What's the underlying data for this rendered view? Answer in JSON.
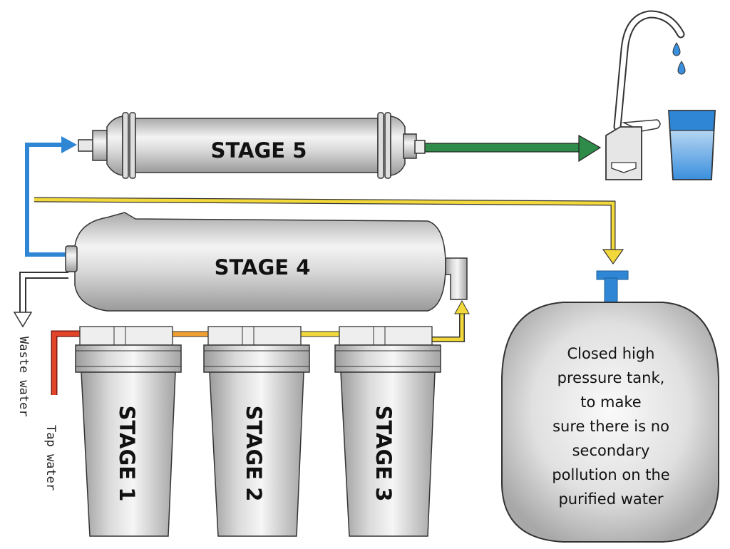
{
  "title": "5-stage reverse osmosis water purification flow",
  "stages": [
    {
      "id": 1,
      "label": "STAGE 1",
      "type": "vertical-filter-housing"
    },
    {
      "id": 2,
      "label": "STAGE 2",
      "type": "vertical-filter-housing"
    },
    {
      "id": 3,
      "label": "STAGE 3",
      "type": "vertical-filter-housing"
    },
    {
      "id": 4,
      "label": "STAGE 4",
      "type": "horizontal-membrane"
    },
    {
      "id": 5,
      "label": "STAGE 5",
      "type": "horizontal-inline-filter"
    }
  ],
  "labels": {
    "tap_water": "Tap water",
    "waste_water": "Waste water"
  },
  "tank": {
    "lines": [
      "Closed high",
      "pressure tank,",
      "to make",
      "sure there is no",
      "secondary",
      "pollution on the",
      "purified water"
    ]
  },
  "flows": [
    {
      "name": "tap-water-in",
      "from": "tap",
      "to": "stage-1",
      "color": "#e2442a"
    },
    {
      "name": "stage1-to-stage2",
      "from": "stage-1",
      "to": "stage-2",
      "color": "#f0a030"
    },
    {
      "name": "stage2-to-stage3",
      "from": "stage-2",
      "to": "stage-3",
      "color": "#f2d83a"
    },
    {
      "name": "stage3-to-stage4",
      "from": "stage-3",
      "to": "stage-4",
      "color": "#f2d83a"
    },
    {
      "name": "stage4-to-tank",
      "from": "stage-4",
      "to": "tank",
      "color": "#f2d83a"
    },
    {
      "name": "stage4-to-stage5",
      "from": "stage-4",
      "to": "stage-5",
      "color": "#2f86d4"
    },
    {
      "name": "stage5-to-faucet",
      "from": "stage-5",
      "to": "faucet",
      "color": "#2e8b4a"
    },
    {
      "name": "waste-out",
      "from": "stage-4",
      "to": "drain",
      "color": "#ffffff"
    }
  ],
  "colors": {
    "pipe_outline": "#333333",
    "tank_valve": "#2f86d4",
    "glass_water": "#3a8fdd"
  }
}
